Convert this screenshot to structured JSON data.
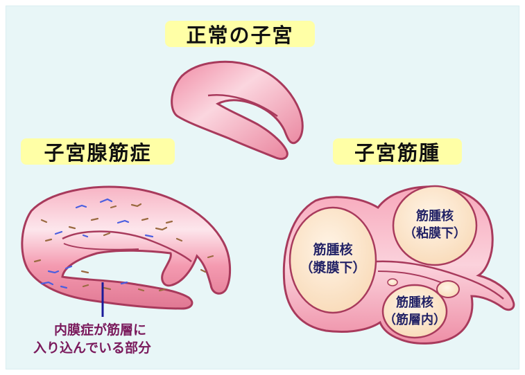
{
  "titles": {
    "normal": "正常の子宮",
    "adenomyosis": "子宮腺筋症",
    "fibroids": "子宮筋腫"
  },
  "nodules": {
    "subserosal": {
      "line1": "筋腫核",
      "line2": "（漿膜下）"
    },
    "submucosal": {
      "line1": "筋腫核",
      "line2": "（粘膜下）"
    },
    "intramural": {
      "line1": "筋腫核",
      "line2": "（筋層内）"
    }
  },
  "callout": {
    "line1": "内膜症が筋層に",
    "line2": "入り込んでいる部分"
  },
  "colors": {
    "background": "#e8f6f7",
    "title_bg": "#ffffa6",
    "uterus_fill": "#f4a3b5",
    "uterus_outline": "#a83a5c",
    "nodule_fill": "#fbe0c0",
    "nodule_text": "#222266",
    "callout_text": "#7a1a5c",
    "pointer_line": "#1a1a99",
    "lesion_blue": "#4a5ee0",
    "lesion_brown": "#9a6a40"
  }
}
